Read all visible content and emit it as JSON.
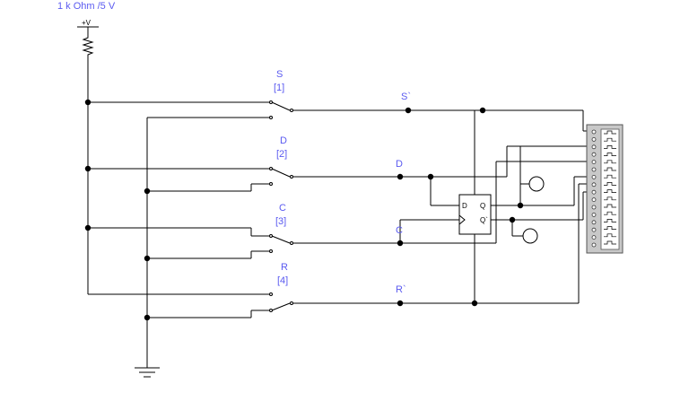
{
  "source": {
    "label": "1 k Ohm /5 V",
    "vcc_label": "+V"
  },
  "switches": [
    {
      "name": "S",
      "key": "[1]"
    },
    {
      "name": "D",
      "key": "[2]"
    },
    {
      "name": "C",
      "key": "[3]"
    },
    {
      "name": "R",
      "key": "[4]"
    }
  ],
  "nets": {
    "s_bar": "S`",
    "d": "D",
    "c": "C",
    "r_bar": "R`"
  },
  "flipflop": {
    "d_pin": "D",
    "q_pin": "Q",
    "qbar_pin": "Q`"
  },
  "colors": {
    "label": "#5a5af0",
    "wire": "#000000",
    "analyzer_fill": "#c8c8c8"
  }
}
